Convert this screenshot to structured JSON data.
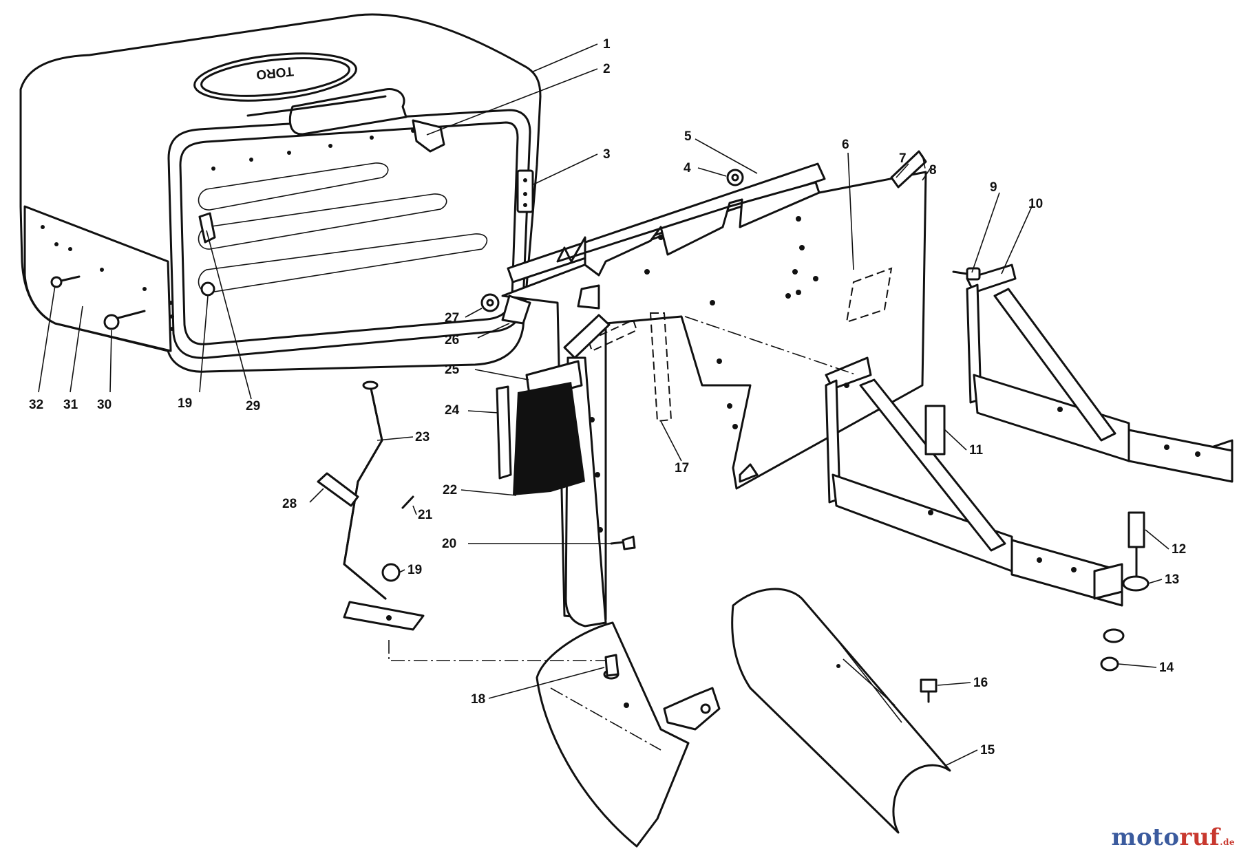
{
  "brand": {
    "logo_text": "TORO"
  },
  "callouts": {
    "c1": "1",
    "c2": "2",
    "c3": "3",
    "c4": "4",
    "c5": "5",
    "c6": "6",
    "c7": "7",
    "c8": "8",
    "c9": "9",
    "c10": "10",
    "c11": "11",
    "c12": "12",
    "c13": "13",
    "c14": "14",
    "c15": "15",
    "c16": "16",
    "c17": "17",
    "c18": "18",
    "c19a": "19",
    "c19b": "19",
    "c20": "20",
    "c21": "21",
    "c22": "22",
    "c23": "23",
    "c24": "24",
    "c25": "25",
    "c26": "26",
    "c27": "27",
    "c28": "28",
    "c29": "29",
    "c30": "30",
    "c31": "31",
    "c32": "32"
  },
  "watermark": {
    "prefix": "moto",
    "suffix": "ruf",
    "tld": ".de"
  }
}
